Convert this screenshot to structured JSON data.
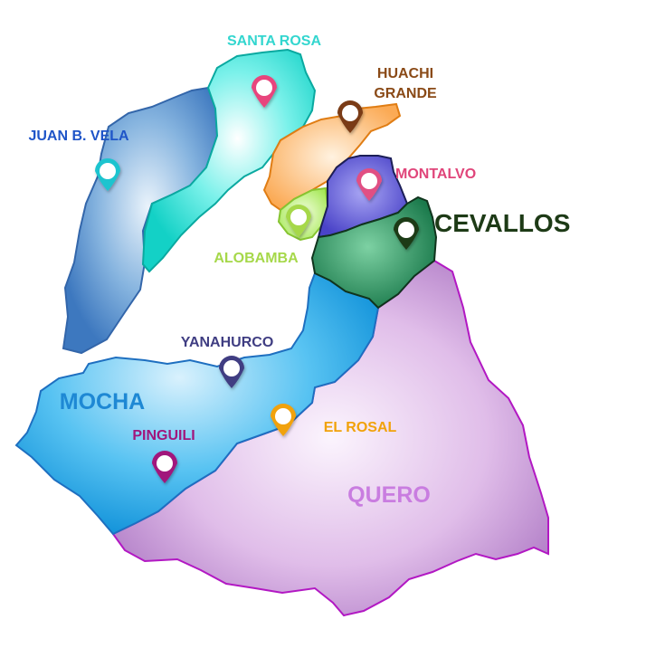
{
  "regions": {
    "santa_rosa": {
      "label": "SANTA ROSA",
      "color": "#33d6cf"
    },
    "juan_b_vela": {
      "label": "JUAN B. VELA",
      "color": "#1f55c8"
    },
    "huachi_grande": {
      "label_line1": "HUACHI",
      "label_line2": "GRANDE",
      "color": "#8a4a17"
    },
    "montalvo": {
      "label": "MONTALVO",
      "color": "#e0457a"
    },
    "cevallos": {
      "label": "CEVALLOS",
      "color": "#1d3a16"
    },
    "alobamba": {
      "label": "ALOBAMBA",
      "color": "#a6d84a"
    },
    "yanahurco": {
      "label": "YANAHURCO",
      "color": "#3f3d82"
    },
    "mocha": {
      "label": "MOCHA",
      "color": "#1e88d4"
    },
    "pinguili": {
      "label": "PINGUILI",
      "color": "#a1167c"
    },
    "el_rosal": {
      "label": "EL ROSAL",
      "color": "#f1a20a"
    },
    "quero": {
      "label": "QUERO",
      "color": "#c97de0"
    }
  },
  "markers": {
    "santa_rosa": {
      "color": "#e8457d"
    },
    "juan_b_vela": {
      "color": "#1cc4cf"
    },
    "huachi_grande": {
      "color": "#7a3a12"
    },
    "montalvo": {
      "color": "#e14f83"
    },
    "cevallos": {
      "color": "#1d3a16"
    },
    "alobamba": {
      "color": "#a6d84a"
    },
    "yanahurco": {
      "color": "#3f3d82"
    },
    "el_rosal": {
      "color": "#f1a20a"
    },
    "pinguili": {
      "color": "#a1167c"
    }
  }
}
